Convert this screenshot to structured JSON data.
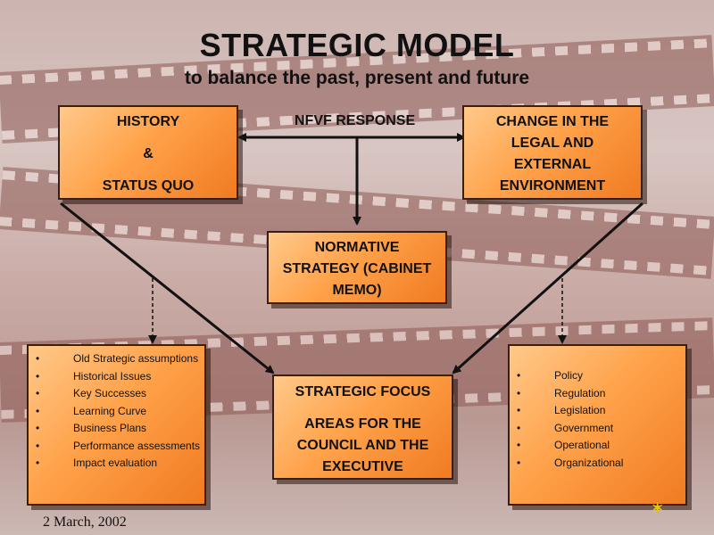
{
  "title": "STRATEGIC MODEL",
  "subtitle": "to balance the past, present and future",
  "history_box": {
    "lines": [
      "HISTORY",
      "&",
      "STATUS QUO"
    ]
  },
  "response_label": "NFVF RESPONSE",
  "change_box": {
    "lines": [
      "CHANGE IN THE",
      "LEGAL AND",
      "EXTERNAL",
      "ENVIRONMENT"
    ]
  },
  "normative_box": {
    "lines": [
      "NORMATIVE",
      "STRATEGY (CABINET",
      "MEMO)"
    ]
  },
  "focus_box": {
    "lines": [
      "STRATEGIC FOCUS",
      "AREAS FOR THE",
      "COUNCIL AND THE",
      "EXECUTIVE"
    ]
  },
  "left_list": {
    "bullet": "•",
    "items": [
      "Old Strategic assumptions",
      "Historical Issues",
      "Key Successes",
      "Learning Curve",
      "Business Plans",
      "Performance assessments",
      "Impact evaluation"
    ]
  },
  "right_list": {
    "bullet": "•",
    "items": [
      "Policy",
      "Regulation",
      "Legislation",
      "Government",
      "Operational",
      "Organizational"
    ]
  },
  "footer_date": "2 March, 2002",
  "colors": {
    "box_fill": "#ffa24a",
    "box_border": "#3b1f0e",
    "arrow": "#111111"
  }
}
